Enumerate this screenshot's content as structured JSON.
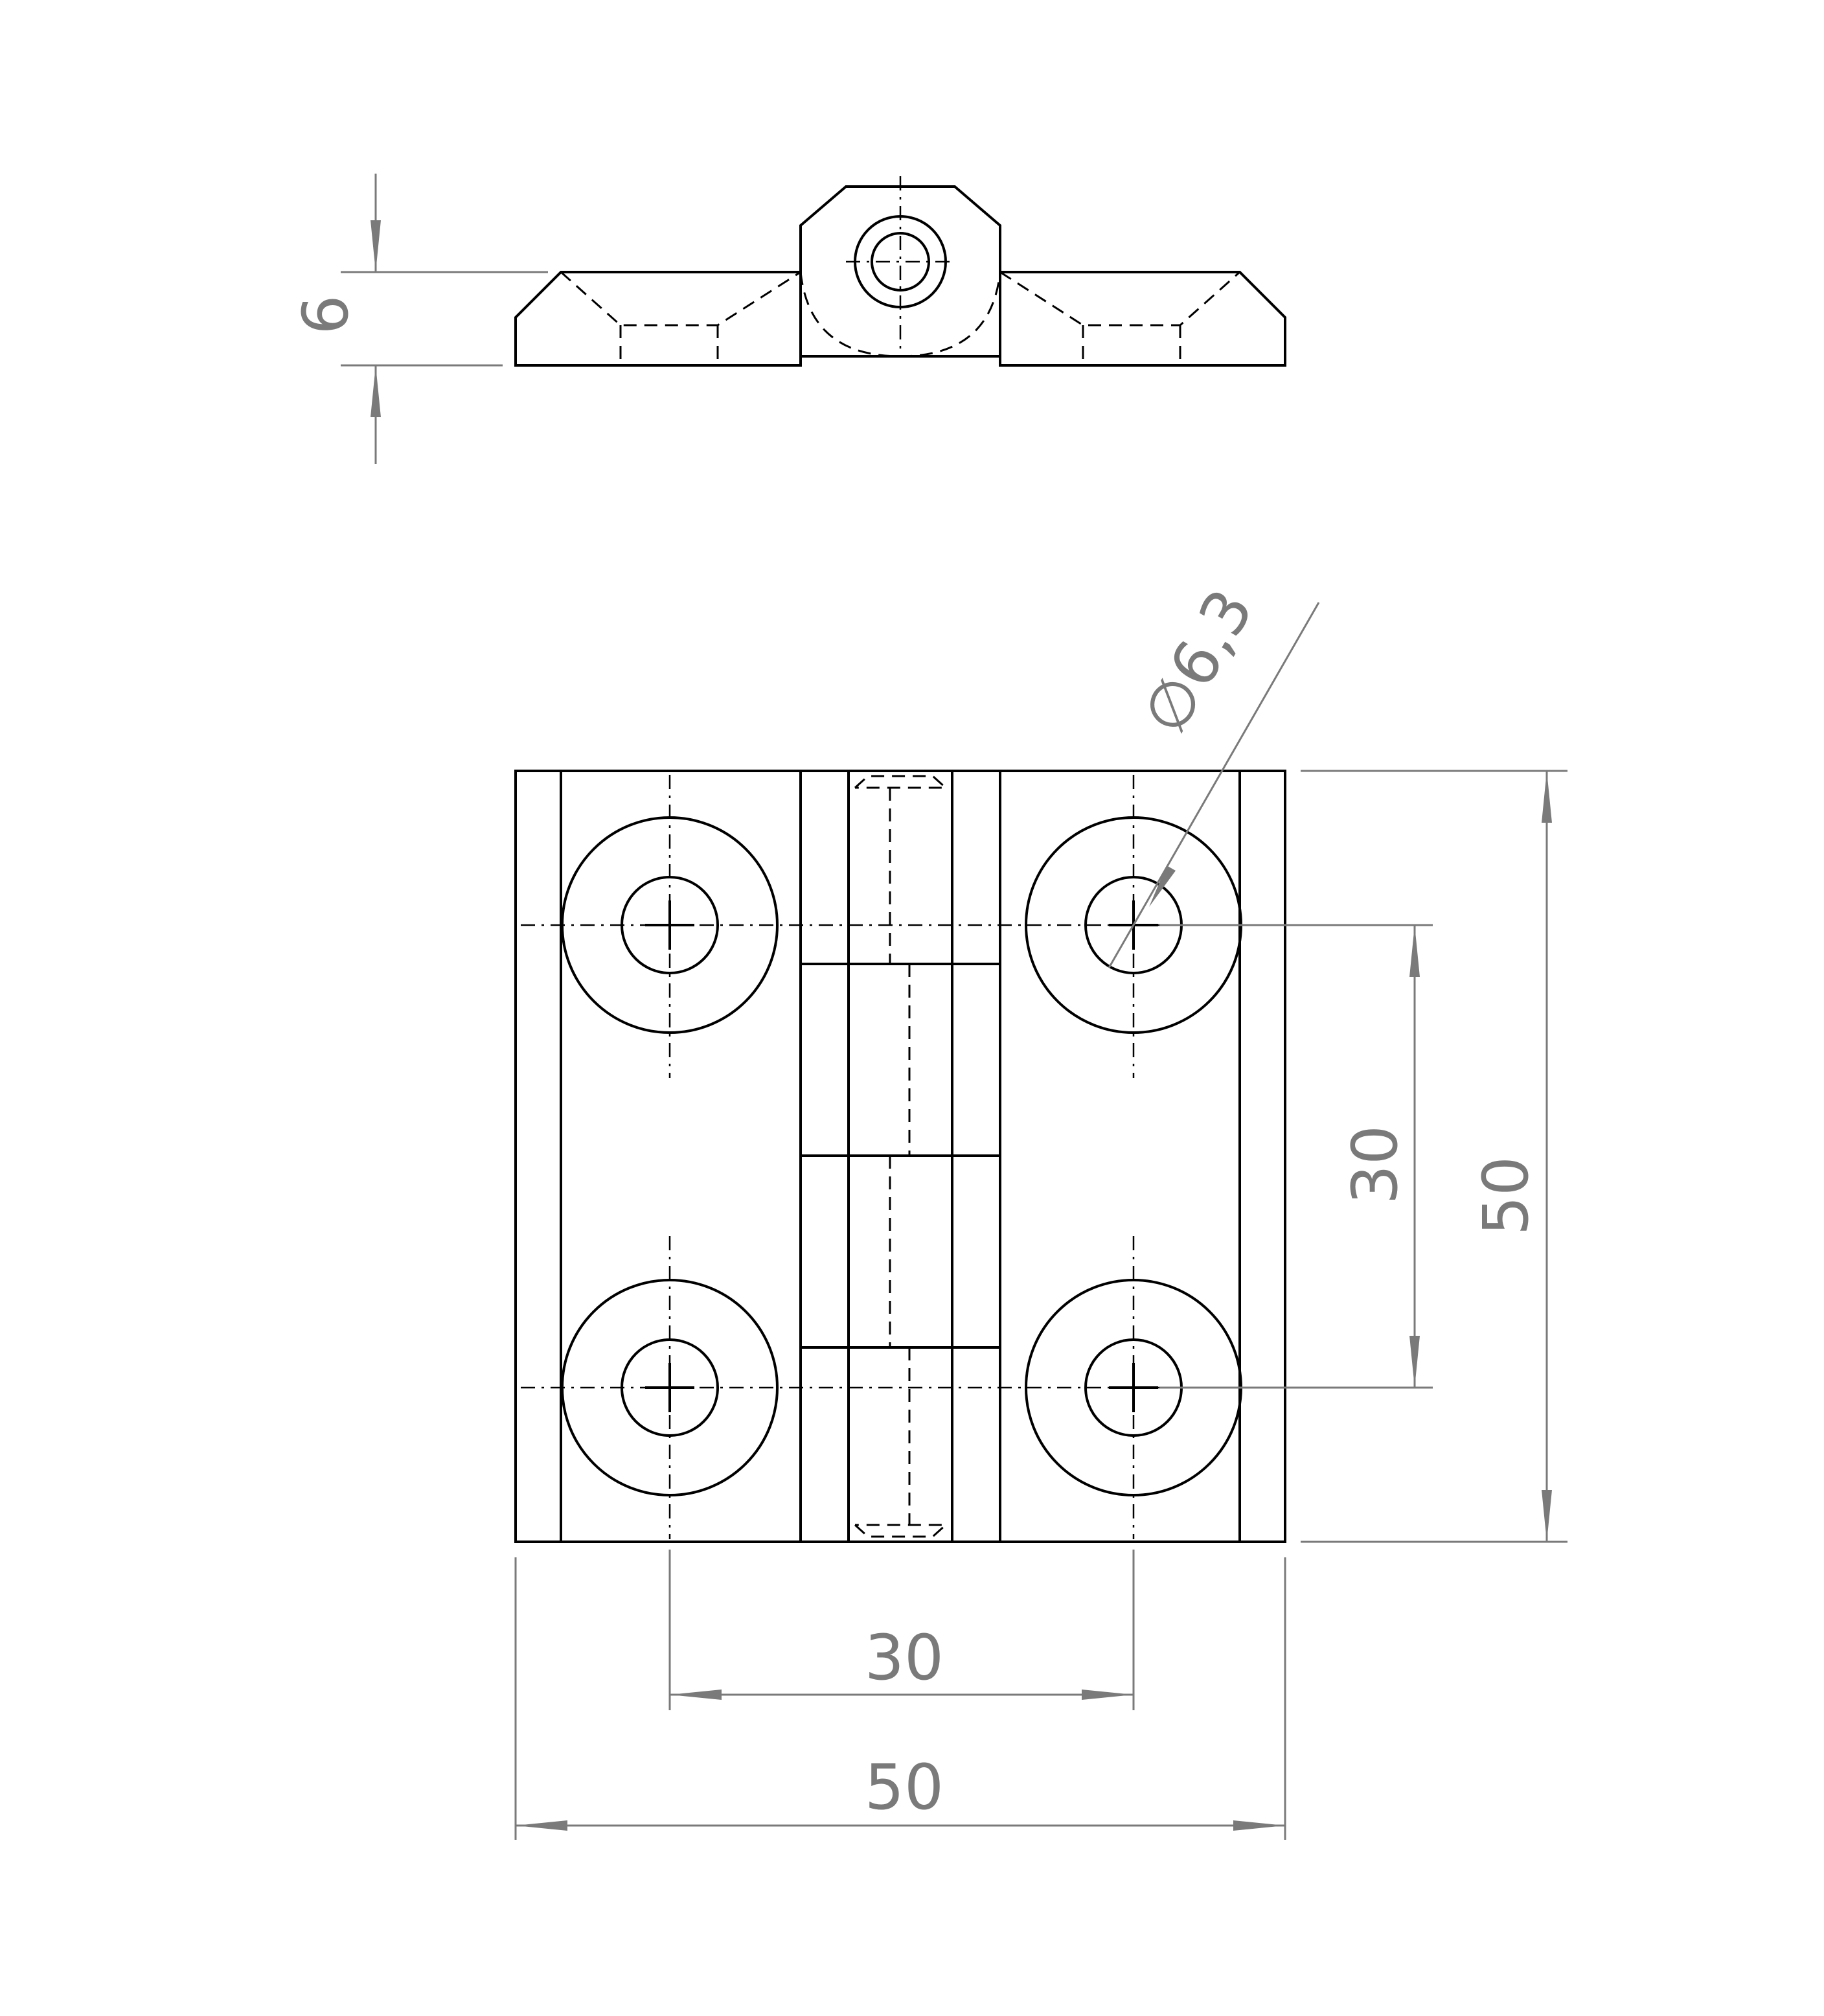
{
  "drawing": {
    "dimensions": {
      "side_thickness": "6",
      "hole_diameter": "∅6,3",
      "hole_spacing_vertical": "30",
      "overall_height": "50",
      "hole_spacing_horizontal": "30",
      "overall_width": "50"
    },
    "colors": {
      "object_line": "#000000",
      "dimension_line": "#7a7a7a",
      "background": "#ffffff"
    }
  }
}
